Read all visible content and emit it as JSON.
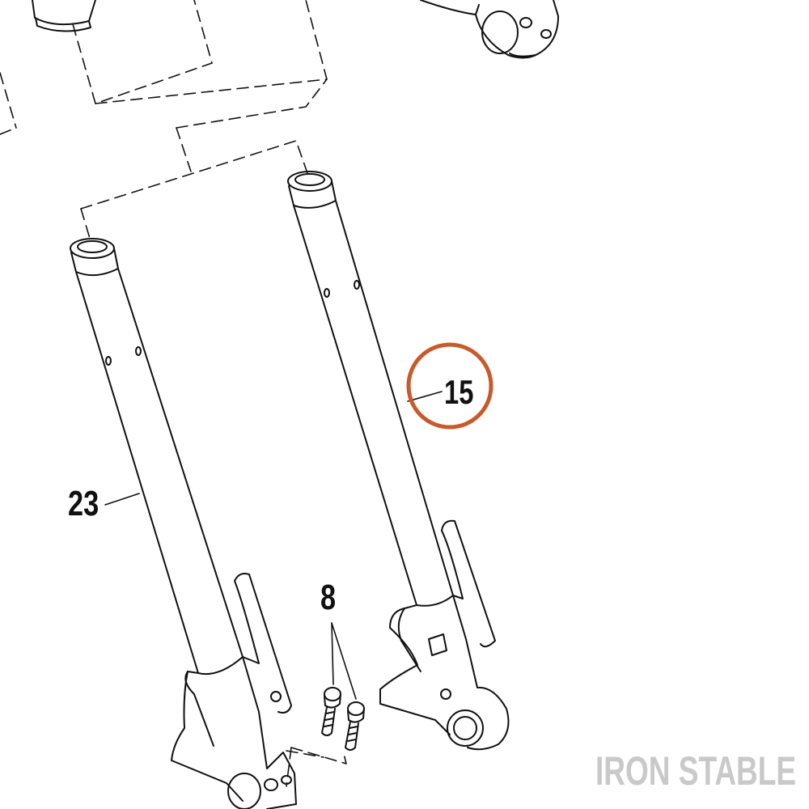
{
  "callouts": {
    "left_fork_leg": "23",
    "caliper_bolts": "8",
    "right_fork_leg": "15"
  },
  "highlight": {
    "color": "#c85a2c",
    "target": "15"
  },
  "watermark": "IRON STABLE",
  "colors": {
    "line": "#111111",
    "watermark": "#c9c9c9",
    "background": "#ffffff"
  }
}
